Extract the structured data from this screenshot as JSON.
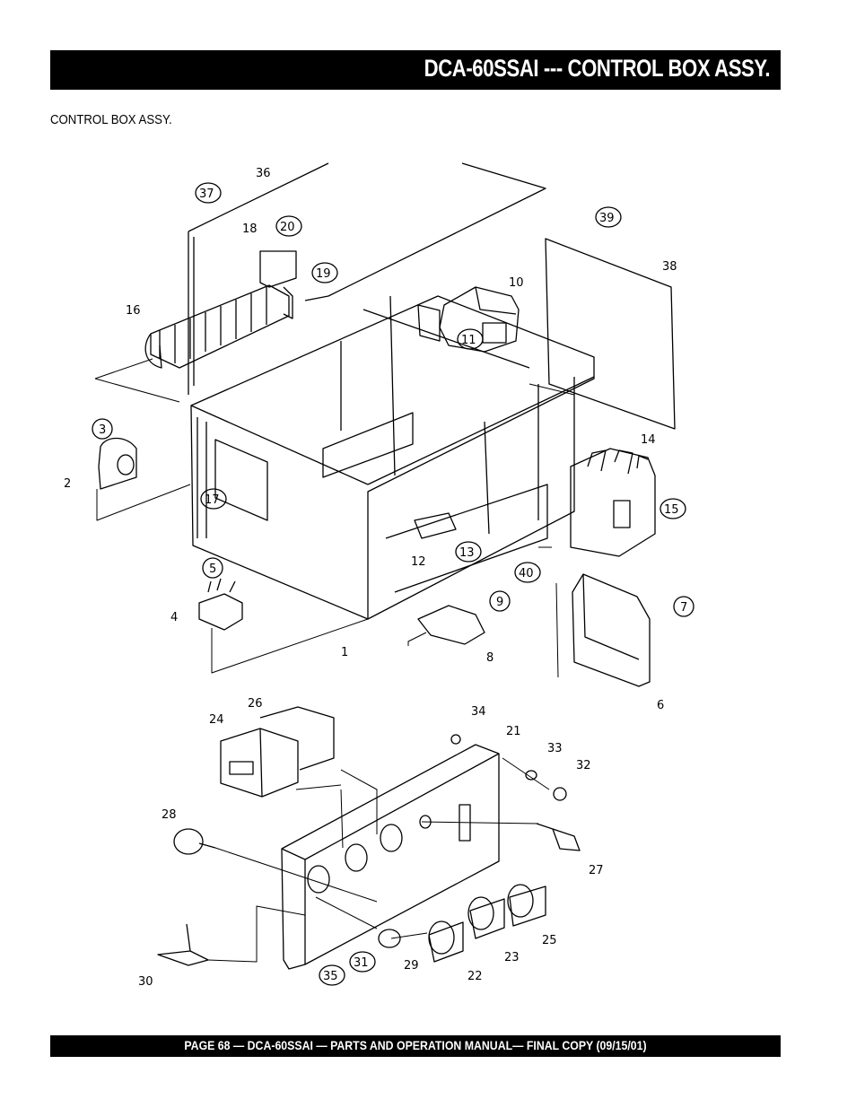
{
  "header": {
    "title": "DCA-60SSAI --- CONTROL BOX ASSY."
  },
  "section": {
    "subtitle": "CONTROL BOX ASSY."
  },
  "diagram": {
    "callouts": [
      {
        "label": "36",
        "circled": false
      },
      {
        "label": "37",
        "circled": true
      },
      {
        "label": "18",
        "circled": false
      },
      {
        "label": "20",
        "circled": true
      },
      {
        "label": "19",
        "circled": true
      },
      {
        "label": "39",
        "circled": true
      },
      {
        "label": "38",
        "circled": false
      },
      {
        "label": "16",
        "circled": false
      },
      {
        "label": "10",
        "circled": false
      },
      {
        "label": "11",
        "circled": true
      },
      {
        "label": "3",
        "circled": true
      },
      {
        "label": "2",
        "circled": false
      },
      {
        "label": "17",
        "circled": true
      },
      {
        "label": "14",
        "circled": false
      },
      {
        "label": "15",
        "circled": true
      },
      {
        "label": "13",
        "circled": true
      },
      {
        "label": "12",
        "circled": false
      },
      {
        "label": "40",
        "circled": true
      },
      {
        "label": "5",
        "circled": true
      },
      {
        "label": "4",
        "circled": false
      },
      {
        "label": "1",
        "circled": false
      },
      {
        "label": "9",
        "circled": true
      },
      {
        "label": "8",
        "circled": false
      },
      {
        "label": "7",
        "circled": true
      },
      {
        "label": "6",
        "circled": false
      },
      {
        "label": "26",
        "circled": false
      },
      {
        "label": "24",
        "circled": false
      },
      {
        "label": "34",
        "circled": false
      },
      {
        "label": "21",
        "circled": false
      },
      {
        "label": "33",
        "circled": false
      },
      {
        "label": "32",
        "circled": false
      },
      {
        "label": "28",
        "circled": false
      },
      {
        "label": "27",
        "circled": false
      },
      {
        "label": "25",
        "circled": false
      },
      {
        "label": "23",
        "circled": false
      },
      {
        "label": "22",
        "circled": false
      },
      {
        "label": "29",
        "circled": false
      },
      {
        "label": "31",
        "circled": true
      },
      {
        "label": "35",
        "circled": true
      },
      {
        "label": "30",
        "circled": false
      }
    ]
  },
  "footer": {
    "text": "PAGE 68 — DCA-60SSAI — PARTS AND OPERATION  MANUAL— FINAL COPY  (09/15/01)"
  }
}
